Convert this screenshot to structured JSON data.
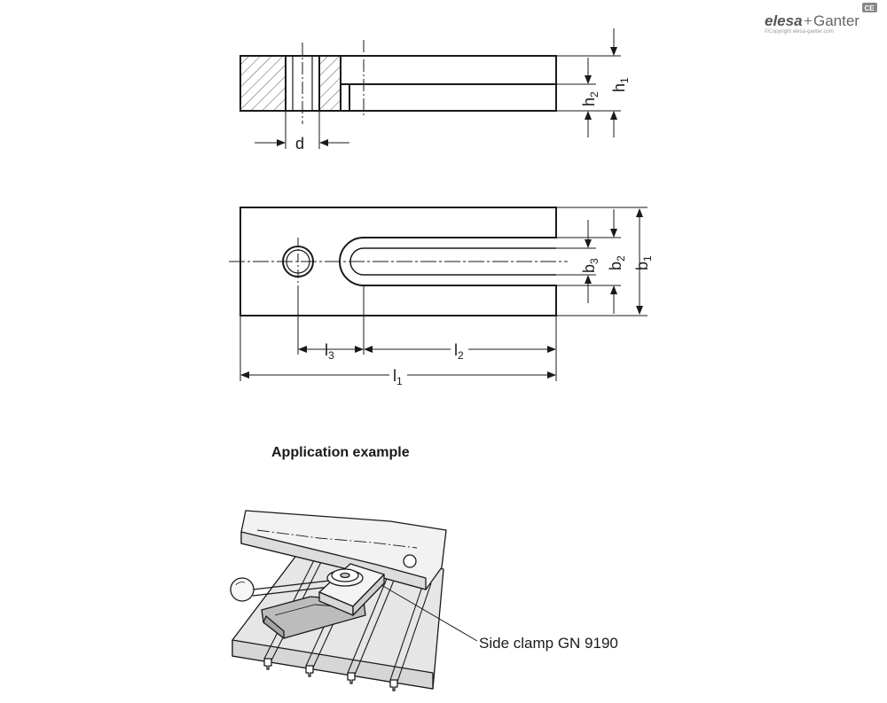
{
  "logo": {
    "brand_a": "elesa",
    "plus": "+",
    "brand_b": "Ganter",
    "badge": "CE",
    "copyright": "©Copyright elesa-ganter.com"
  },
  "labels": {
    "d": "d",
    "h1": {
      "base": "h",
      "sub": "1"
    },
    "h2": {
      "base": "h",
      "sub": "2"
    },
    "b1": {
      "base": "b",
      "sub": "1"
    },
    "b2": {
      "base": "b",
      "sub": "2"
    },
    "b3": {
      "base": "b",
      "sub": "3"
    },
    "l1": {
      "base": "l",
      "sub": "1"
    },
    "l2": {
      "base": "l",
      "sub": "2"
    },
    "l3": {
      "base": "l",
      "sub": "3"
    }
  },
  "application_title": "Application example",
  "callout": "Side clamp GN 9190"
}
